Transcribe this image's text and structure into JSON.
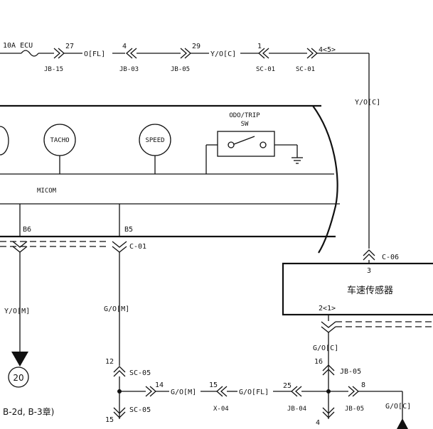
{
  "top_harness": {
    "fuse": "10A  ECU",
    "connectors": [
      {
        "pin": "27",
        "name": "JB-15"
      },
      {
        "pin": "4",
        "name": "JB-03"
      },
      {
        "pin": "29",
        "name": "JB-05"
      },
      {
        "pin": "1",
        "name": "SC-01"
      },
      {
        "pin": "4<5>",
        "name": "SC-01"
      }
    ],
    "wires": [
      "O[FL]",
      "Y/O[C]",
      "Y/O[C]"
    ]
  },
  "cluster": {
    "gauges": [
      "TACHO",
      "SPEED"
    ],
    "switch_label_1": "ODO/TRIP",
    "switch_label_2": "SW",
    "micom": "MICOM",
    "terminals": [
      "B6",
      "B5"
    ],
    "connector": "C-01"
  },
  "sensor": {
    "name": "车速传感器",
    "pin_top": "3",
    "pin_bottom": "2<1>",
    "connector_top": "C-06"
  },
  "left_branch": {
    "wire": "Y/O[M]",
    "ref_circle": "20",
    "footnote": "B-2d,  B-3章)"
  },
  "mid_branch": {
    "wire_vertical": "G/O[M]",
    "splice_top_pin": "12",
    "splice_top": "SC-05",
    "splice_bottom": "SC-05",
    "splice_bottom_pin": "15",
    "pin_14": "14",
    "wire_horizontal": "G/O[M]",
    "pin_15": "15",
    "x04": "X-04",
    "wire_fl": "G/O[FL]"
  },
  "right_branch": {
    "wire_vertical": "G/O[C]",
    "pin_16": "16",
    "jb05_top": "JB-05",
    "pin_25": "25",
    "jb04": "JB-04",
    "pin_4": "4",
    "pin_8": "8",
    "jb05_bottom": "JB-05",
    "wire_out": "G/O[C]"
  }
}
